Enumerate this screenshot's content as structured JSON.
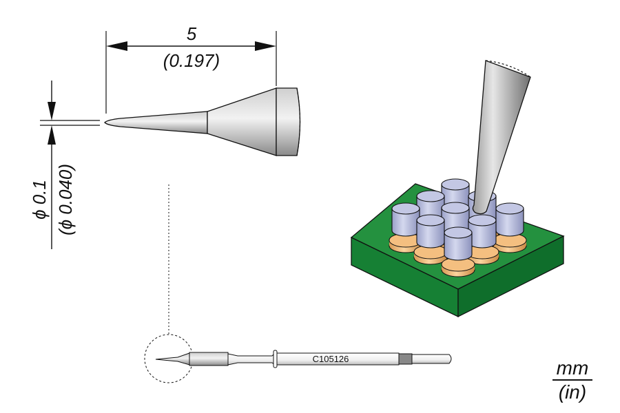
{
  "dimensions": {
    "length_mm": "5",
    "length_in": "(0.197)",
    "diameter_mm": "ϕ 0.1",
    "diameter_in": "(ϕ 0.040)"
  },
  "tip": {
    "part_number": "C105126"
  },
  "units": {
    "metric": "mm",
    "imperial": "(in)"
  },
  "colors": {
    "pcb_top": "#1f8a3c",
    "pcb_side": "#137a30",
    "pad": "#f4bf80",
    "component": "#b3b8d8",
    "tip_metal": "#a8a8a8"
  }
}
